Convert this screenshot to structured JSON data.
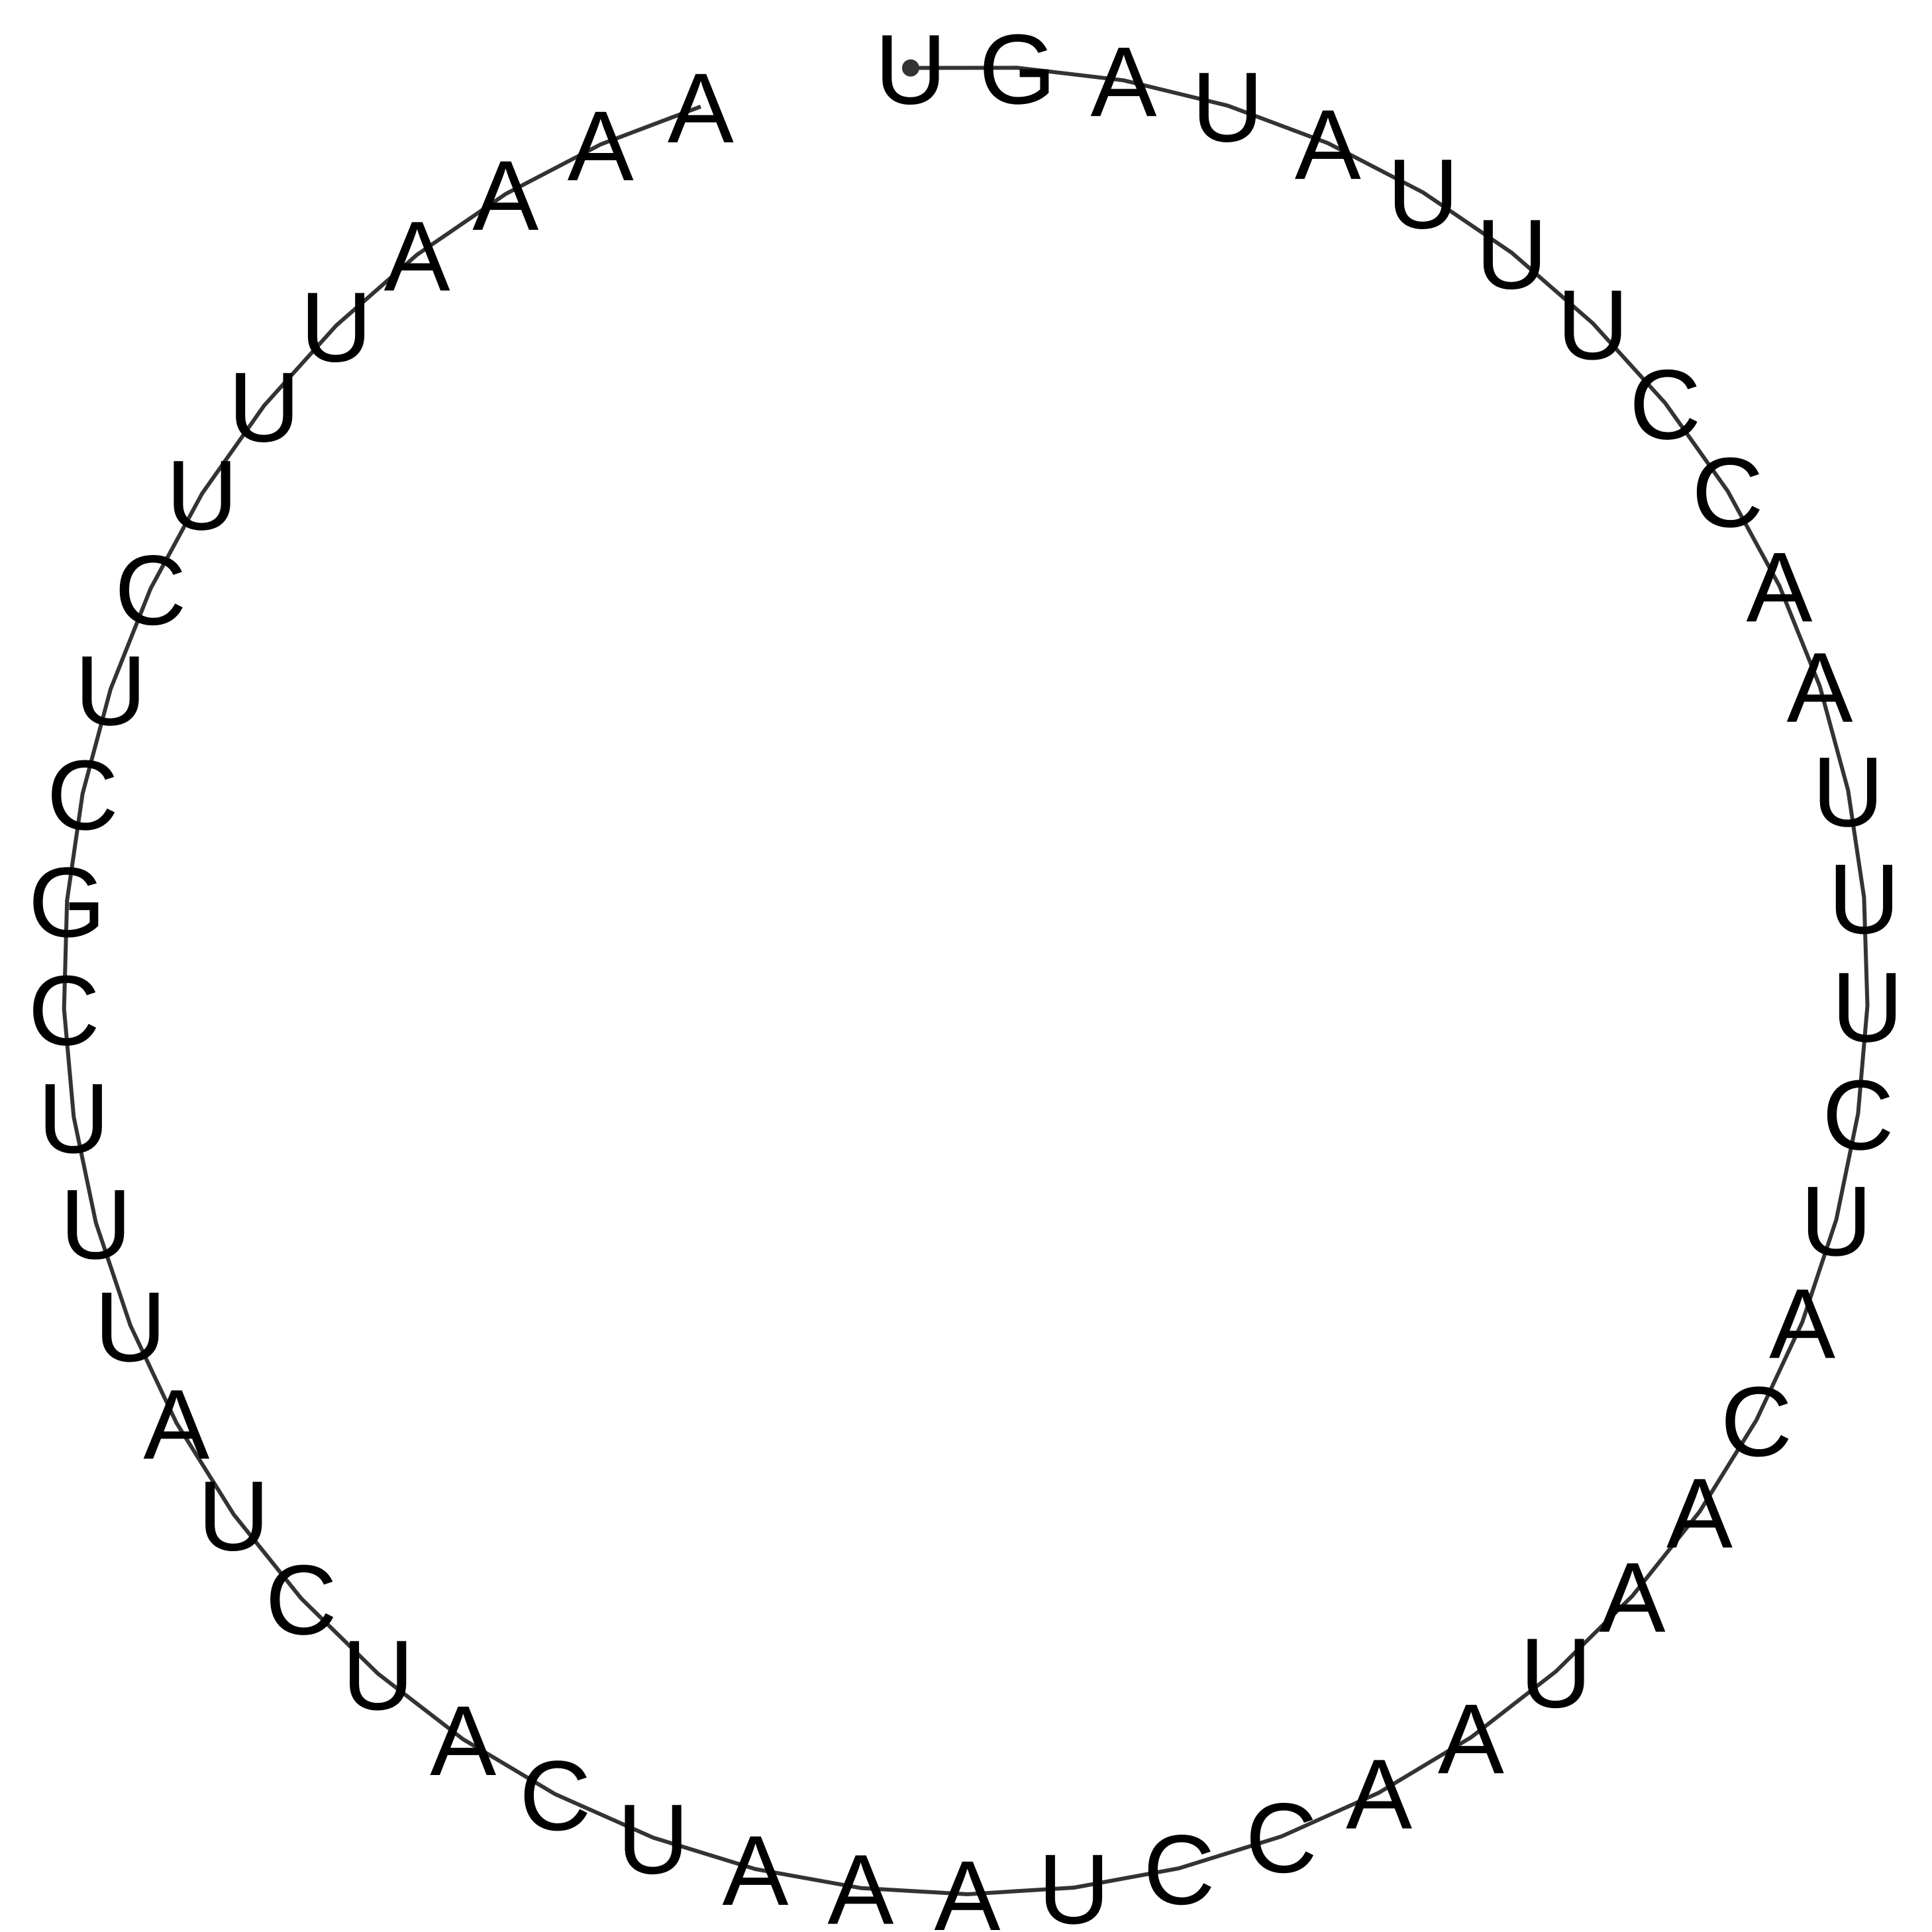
{
  "diagram": {
    "type": "rna-secondary-structure",
    "layout": "circular",
    "sequence": "UGAUAUUUCCAAUUUCUACAAUAACCUAAAUCAUCUAUUUCGCUCUUUAAAA",
    "bases": [
      "U",
      "G",
      "A",
      "U",
      "A",
      "U",
      "U",
      "U",
      "C",
      "C",
      "A",
      "A",
      "U",
      "U",
      "U",
      "C",
      "U",
      "A",
      "C",
      "A",
      "A",
      "U",
      "A",
      "A",
      "C",
      "C",
      "U",
      "A",
      "A",
      "A",
      "U",
      "C",
      "A",
      "U",
      "C",
      "U",
      "A",
      "U",
      "U",
      "U",
      "C",
      "G",
      "C",
      "U",
      "C",
      "U",
      "U",
      "U",
      "A",
      "A",
      "A",
      "A"
    ],
    "five_prime_marker": "filled-dot",
    "colors": {
      "backbone": "#333333",
      "text": "#000000",
      "background": "#ffffff"
    }
  }
}
